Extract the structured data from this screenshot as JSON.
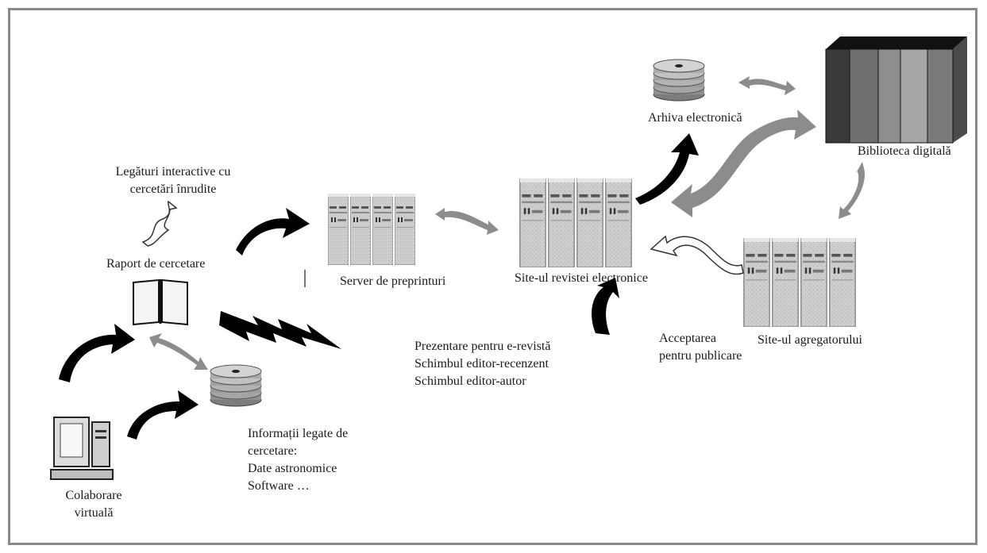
{
  "diagram": {
    "labels": {
      "archive": "Arhiva electronică",
      "library": "Biblioteca digitală",
      "links_line1": "Legături interactive cu",
      "links_line2": "cercetări înrudite",
      "report": "Raport de cercetare",
      "preprint": "Server de preprinturi",
      "journal_site": "Site-ul revistei electronice",
      "submission_line1": "Prezentare pentru e-revistă",
      "submission_line2": "Schimbul editor-recenzent",
      "submission_line3": "Schimbul editor-autor",
      "acceptance_line1": "Acceptarea",
      "acceptance_line2": "pentru publicare",
      "aggregator": "Site-ul agregatorului",
      "research_line1": "Informații legate de",
      "research_line2": "cercetare:",
      "research_line3": "Date astronomice",
      "research_line4": "Software …",
      "collab_line1": "Colaborare",
      "collab_line2": "virtuală"
    },
    "colors": {
      "frame": "#8a8a8a",
      "black_arrow": "#000000",
      "gray_arrow": "#8c8c8c",
      "server_body": "#c9c9c9",
      "book_shelf_dark": "#3a3a3a"
    }
  }
}
